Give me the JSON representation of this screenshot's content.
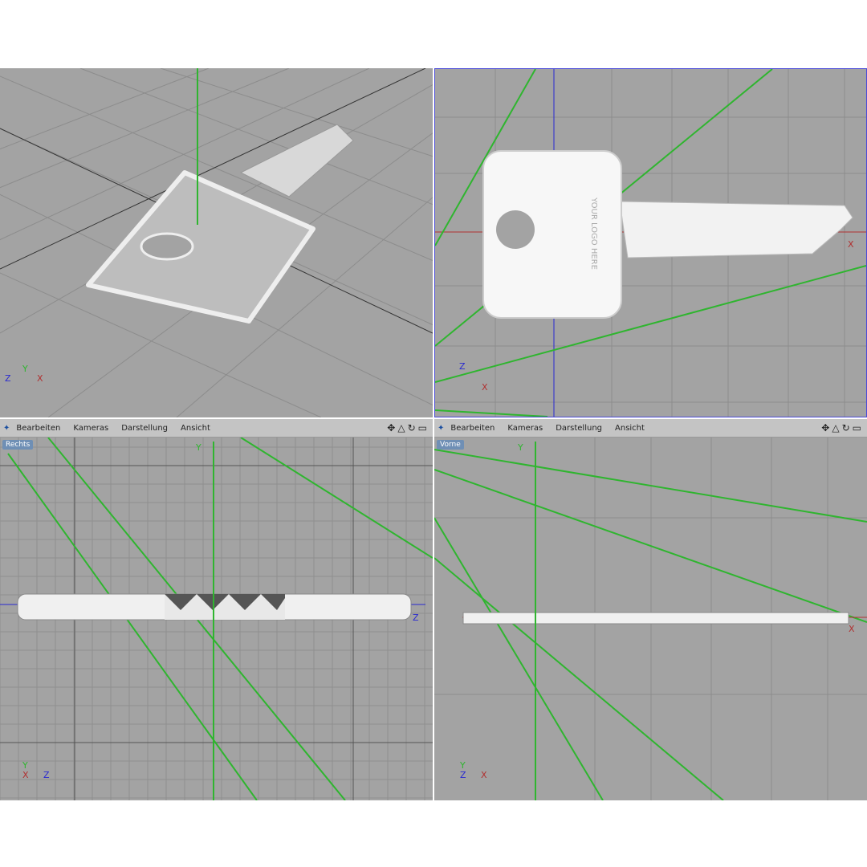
{
  "menu": {
    "items": [
      "Bearbeiten",
      "Kameras",
      "Darstellung",
      "Ansicht"
    ],
    "icons": [
      "move-icon",
      "rotate-icon",
      "zoom-icon",
      "maximize-icon"
    ]
  },
  "viewports": {
    "perspective": {
      "axes": {
        "z": "Z",
        "y": "Y",
        "x": "X"
      }
    },
    "top": {
      "axis_x": "X",
      "axes": {
        "z": "Z",
        "x": "X"
      },
      "key_text": "YOUR LOGO HERE"
    },
    "right": {
      "label": "Rechts",
      "axis_y": "Y",
      "axis_z": "Z",
      "axes": {
        "y": "Y",
        "x": "X",
        "z": "Z"
      }
    },
    "front": {
      "label": "Vorne",
      "axis_y": "Y",
      "axis_x": "X",
      "axes": {
        "y": "Y",
        "z": "Z",
        "x": "X"
      }
    }
  },
  "colors": {
    "viewport_bg": "#a3a3a3",
    "grid": "#8a8a8a",
    "axis_green": "#2fb52f",
    "axis_blue": "#2a2ad0",
    "axis_red": "#b03030",
    "active_border": "#4a4ad8"
  }
}
